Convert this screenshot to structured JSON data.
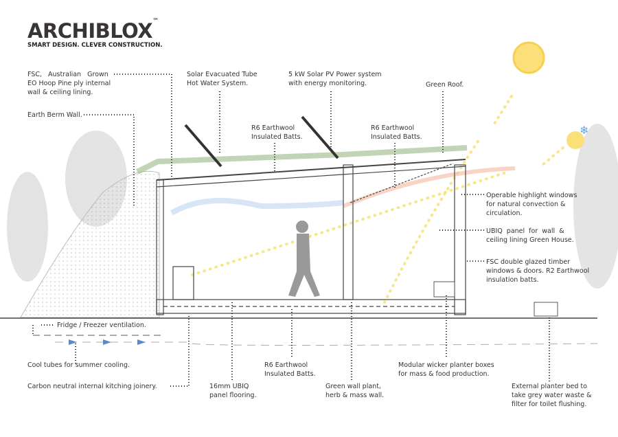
{
  "logo": {
    "name": "ARCHIBLOX",
    "tm": "™",
    "tagline": "SMART DESIGN. CLEVER CONSTRUCTION.",
    "accent": "#f2b71f"
  },
  "labels": {
    "ply": "FSC,   Australian   Grown\nEO Hoop Pine ply internal\nwall & ceiling lining.",
    "berm": "Earth Berm Wall.",
    "solar_tube": "Solar Evacuated Tube\nHot Water System.",
    "pv": "5 kW Solar PV Power system\nwith energy monitoring.",
    "green_roof": "Green Roof.",
    "r6_left": "R6 Earthwool\nInsulated Batts.",
    "r6_right": "R6 Earthwool\nInsulated Batts.",
    "highlight": "Operable highlight windows\nfor natural convection &\ncirculation.",
    "ubiq_wall": "UBIQ  panel  for  wall  &\nceiling lining Green House.",
    "glazing": "FSC double glazed timber\nwindows & doors. R2 Earthwool\ninsulation batts.",
    "fridge": "Fridge / Freezer ventilation.",
    "cool_tubes": "Cool tubes for summer cooling.",
    "joinery": "Carbon neutral internal kitching joinery.",
    "flooring": "16mm UBIQ\npanel flooring.",
    "r6_floor": "R6 Earthwool\nInsulated Batts.",
    "green_wall": "Green wall plant,\nherb & mass wall.",
    "planters": "Modular wicker planter boxes\nfor mass & food production.",
    "ext_planter": "External planter bed to\ntake grey water waste &\nfilter for toilet flushing."
  }
}
